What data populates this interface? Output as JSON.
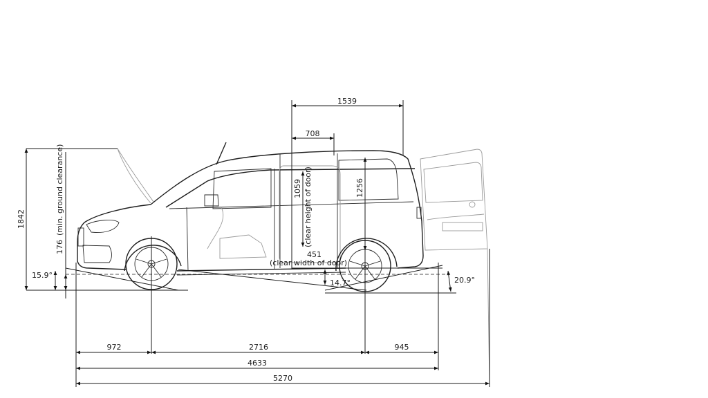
{
  "diagram": {
    "title": "Vehicle side view dimensions",
    "units": "mm",
    "dimensions": {
      "rear_door_opening_width": "1539",
      "sliding_door_width": "708",
      "overall_height": "1842",
      "ground_clearance": "176",
      "ground_clearance_note": "(min. ground clearance)",
      "approach_angle": "15.9°",
      "door_clear_height": "1059",
      "door_clear_height_note": "(clear height of door)",
      "door_clear_width": "451",
      "door_clear_width_note": "(clear width of door)",
      "ramp_angle": "14.7°",
      "interior_height": "1256",
      "departure_angle": "20.9°",
      "front_overhang": "972",
      "wheelbase": "2716",
      "rear_overhang": "945",
      "overall_length": "4633",
      "overall_length_open_door": "5270"
    }
  }
}
